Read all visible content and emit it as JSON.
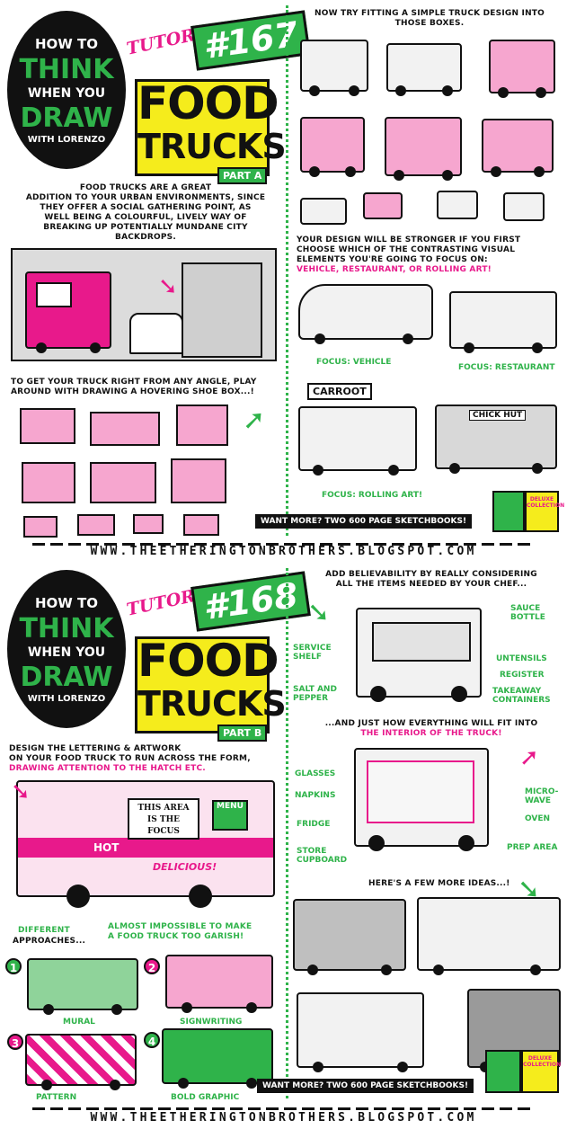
{
  "colors": {
    "pink": "#e8198b",
    "green": "#2fb34a",
    "yellow": "#f5ec1c",
    "ink": "#111111"
  },
  "part_a": {
    "logo": {
      "how_to": "HOW TO",
      "think": "THINK",
      "when_you": "WHEN YOU",
      "draw": "DRAW",
      "with": "WITH LORENZO"
    },
    "tutorial_label": "TUTORIAL",
    "tutorial_number": "#167",
    "title_line1": "FOOD",
    "title_line2": "TRUCKS",
    "part": "PART A",
    "intro": [
      "FOOD TRUCKS ARE A GREAT",
      "ADDITION TO YOUR URBAN ENVIRONMENTS, SINCE",
      "THEY OFFER A SOCIAL GATHERING POINT, AS",
      "WELL BEING A COLOURFUL, LIVELY WAY OF",
      "BREAKING UP POTENTIALLY MUNDANE CITY",
      "BACKDROPS."
    ],
    "angle_text": [
      "TO GET YOUR TRUCK RIGHT FROM ANY ANGLE, PLAY",
      "AROUND WITH DRAWING A HOVERING SHOE BOX...!"
    ],
    "simple_design": [
      "NOW TRY FITTING A SIMPLE TRUCK DESIGN INTO",
      "THOSE BOXES."
    ],
    "stronger": [
      "YOUR DESIGN WILL BE STRONGER IF YOU FIRST",
      "CHOOSE WHICH OF THE CONTRASTING VISUAL",
      "ELEMENTS YOU'RE GOING TO FOCUS ON:",
      "VEHICLE, RESTAURANT, OR ROLLING ART!"
    ],
    "focus_vehicle": "FOCUS: VEHICLE",
    "focus_restaurant": "FOCUS: RESTAURANT",
    "focus_rolling_art": "FOCUS: ROLLING ART!",
    "sign_carrot": "CARROOT",
    "sign_chick": "CHICK HUT",
    "want_more": "WANT MORE? TWO 600 PAGE SKETCHBOOKS!",
    "book_label": "DELUXE COLLECTION"
  },
  "footer_url": "WWW.THEETHERINGTONBROTHERS.BLOGSPOT.COM",
  "part_b": {
    "logo": {
      "how_to": "HOW TO",
      "think": "THINK",
      "when_you": "WHEN YOU",
      "draw": "DRAW",
      "with": "WITH LORENZO"
    },
    "tutorial_label": "TUTORIAL",
    "tutorial_number": "#168",
    "title_line1": "FOOD",
    "title_line2": "TRUCKS",
    "part": "PART B",
    "lettering": [
      "DESIGN THE LETTERING & ARTWORK",
      "ON YOUR FOOD TRUCK TO RUN ACROSS THE FORM,",
      "DRAWING ATTENTION TO THE HATCH ETC."
    ],
    "focus_note": [
      "THIS AREA",
      "IS THE",
      "FOCUS"
    ],
    "truck_menu": "MENU",
    "truck_hot": "HOT",
    "truck_delicious": "DELICIOUS!",
    "different": "DIFFERENT",
    "approaches": "APPROACHES...",
    "garish": [
      "ALMOST IMPOSSIBLE TO MAKE",
      "A FOOD TRUCK TOO GARISH!"
    ],
    "approaches_list": [
      {
        "num": "1",
        "label": "MURAL"
      },
      {
        "num": "2",
        "label": "SIGNWRITING"
      },
      {
        "num": "3",
        "label": "PATTERN"
      },
      {
        "num": "4",
        "label": "BOLD GRAPHIC"
      }
    ],
    "believability": [
      "ADD BELIEVABILITY BY REALLY CONSIDERING",
      "ALL THE ITEMS NEEDED BY YOUR CHEF..."
    ],
    "items_left": [
      "SERVICE SHELF",
      "SALT AND PEPPER"
    ],
    "items_right": [
      "SAUCE BOTTLE",
      "UNTENSILS",
      "REGISTER",
      "TAKEAWAY CONTAINERS"
    ],
    "fit": [
      "...AND JUST HOW EVERYTHING WILL FIT INTO",
      "THE INTERIOR OF THE TRUCK!"
    ],
    "interior_left": [
      "GLASSES",
      "NAPKINS",
      "FRIDGE",
      "STORE CUPBOARD"
    ],
    "interior_right": [
      "MICRO-WAVE",
      "OVEN",
      "PREP AREA"
    ],
    "more_ideas": "HERE'S A FEW MORE IDEAS...!",
    "want_more": "WANT MORE? TWO 600 PAGE SKETCHBOOKS!",
    "book_label": "DELUXE COLLECTION"
  }
}
